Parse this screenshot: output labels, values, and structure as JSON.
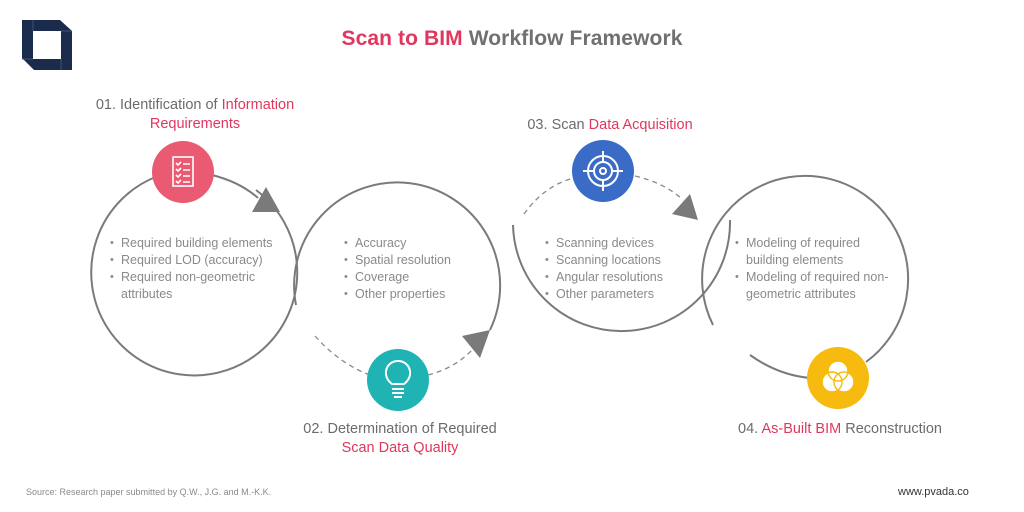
{
  "title": {
    "accent": "Scan to BIM",
    "rest": "Workflow Framework"
  },
  "colors": {
    "accent_text": "#e0375e",
    "step1": "#ea5a73",
    "step2": "#1fb3b4",
    "step3": "#3a6cc7",
    "step4": "#f7bb0f",
    "line": "#7a7a7a",
    "logo": "#1b2b4b"
  },
  "steps": [
    {
      "number": "01.",
      "label_plain": "Identification of",
      "label_accent": "Information",
      "label_line2": "Requirements",
      "icon": "checklist-icon",
      "bullets": [
        "Required building elements",
        "Required LOD (accuracy)",
        "Required non-geometric attributes"
      ]
    },
    {
      "number": "02.",
      "label_plain": "Determination of Required",
      "label_accent": "Scan Data Quality",
      "icon": "lightbulb-icon",
      "bullets": [
        "Accuracy",
        "Spatial resolution",
        "Coverage",
        "Other properties"
      ]
    },
    {
      "number": "03.",
      "label_plain": "Scan",
      "label_accent": "Data Acquisition",
      "icon": "target-icon",
      "bullets": [
        "Scanning devices",
        "Scanning locations",
        "Angular resolutions",
        "Other parameters"
      ]
    },
    {
      "number": "04.",
      "label_accent": "As-Built BIM",
      "label_plain": "Reconstruction",
      "icon": "venn-icon",
      "bullets": [
        "Modeling of required building elements",
        "Modeling of required non-geometric attributes"
      ]
    }
  ],
  "footer": {
    "source": "Source: Research paper submitted by Q.W., J.G. and M.-K.K.",
    "website": "www.pvada.co"
  }
}
